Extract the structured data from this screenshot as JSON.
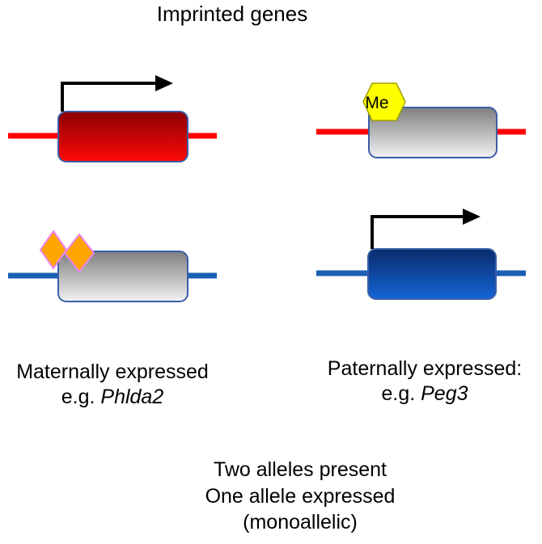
{
  "title": "Imprinted genes",
  "methyl_label": "Me",
  "left_caption": {
    "line1": "Maternally expressed",
    "prefix": "e.g. ",
    "gene": "Phlda2"
  },
  "right_caption": {
    "line1": "Paternally expressed:",
    "prefix": "e.g. ",
    "gene": "Peg3"
  },
  "bottom_text": [
    "Two alleles present",
    "One allele expressed",
    "(monoallelic)"
  ],
  "colors": {
    "maternal_line": "#ff0000",
    "paternal_line": "#1a5fb4",
    "active_maternal_gene": "#dd0000",
    "active_paternal_gene": "#0b4fb0",
    "silenced_gene": "#c8c8c8",
    "methyl_hexagon": "#ffff00",
    "imprint_diamond": "#ffa500",
    "diamond_border": "#ee82ee"
  }
}
